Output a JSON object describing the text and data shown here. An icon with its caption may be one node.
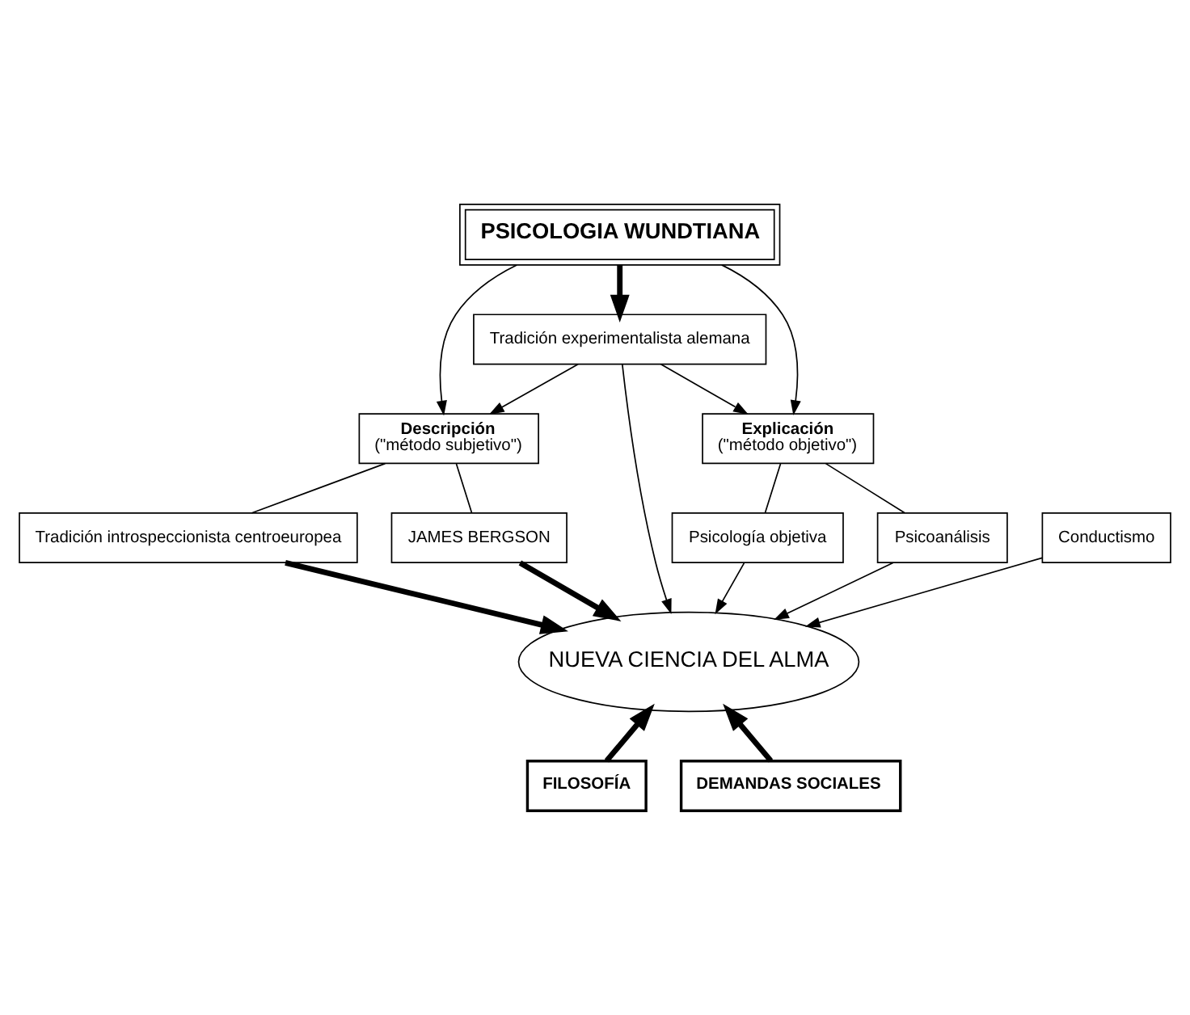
{
  "diagram": {
    "nodes": [
      {
        "text": [
          "PSICOLOGIA WUNDTIANA"
        ]
      },
      {
        "text": [
          "Tradición experimentalista alemana"
        ]
      },
      {
        "text": [
          "Descripción",
          "(\"método subjetivo\")"
        ]
      },
      {
        "text": [
          "Explicación",
          "(\"método objetivo\")"
        ]
      },
      {
        "text": [
          "Tradición introspeccionista centroeuropea"
        ]
      },
      {
        "text": [
          "JAMES BERGSON"
        ]
      },
      {
        "text": [
          "Psicología objetiva"
        ]
      },
      {
        "text": [
          "Conductismo"
        ]
      },
      {
        "text": [
          "Psicoanálisis"
        ]
      },
      {
        "text": [
          "NUEVA CIENCIA DEL ALMA"
        ]
      },
      {
        "text": [
          "FILOSOFÍA"
        ]
      },
      {
        "text": [
          "DEMANDAS SOCIALES"
        ]
      }
    ],
    "edges": [
      {
        "from": 0,
        "to": 1,
        "arrow": "to",
        "style": "thick"
      },
      {
        "from": 0,
        "to": 2,
        "arrow": "to"
      },
      {
        "from": 0,
        "to": 3,
        "arrow": "to"
      },
      {
        "from": 1,
        "to": 2,
        "arrow": "to"
      },
      {
        "from": 1,
        "to": 3,
        "arrow": "to"
      },
      {
        "from": 1,
        "to": 9,
        "arrow": "to"
      },
      {
        "from": 2,
        "to": 4,
        "arrow": "none"
      },
      {
        "from": 2,
        "to": 5,
        "arrow": "none"
      },
      {
        "from": 3,
        "to": 6,
        "arrow": "none"
      },
      {
        "from": 3,
        "to": 8,
        "arrow": "none"
      },
      {
        "from": 4,
        "to": 9,
        "arrow": "to",
        "style": "thick"
      },
      {
        "from": 5,
        "to": 9,
        "arrow": "to",
        "style": "thick"
      },
      {
        "from": 6,
        "to": 9,
        "arrow": "to"
      },
      {
        "from": 7,
        "to": 9,
        "arrow": "to"
      },
      {
        "from": 8,
        "to": 9,
        "arrow": "to"
      },
      {
        "from": 10,
        "to": 9,
        "arrow": "to",
        "style": "thick"
      },
      {
        "from": 11,
        "to": 9,
        "arrow": "to",
        "style": "thick"
      }
    ]
  }
}
